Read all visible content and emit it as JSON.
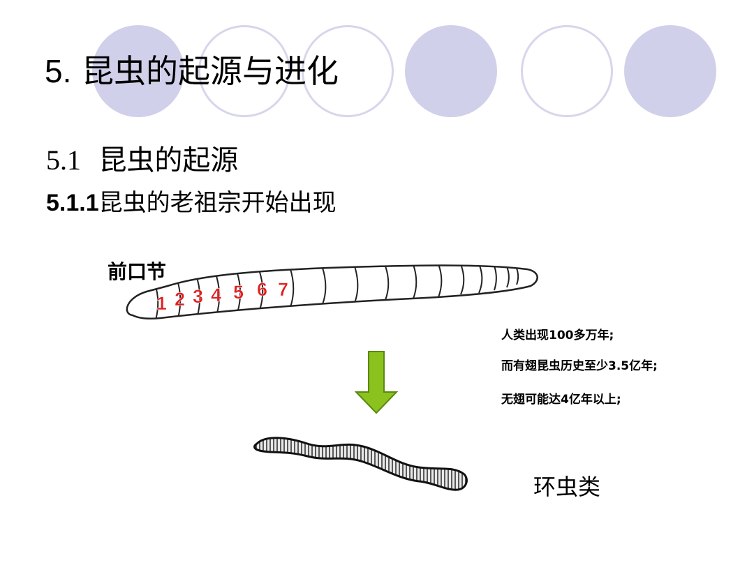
{
  "title": {
    "number": "5.",
    "text": "昆虫的起源与进化"
  },
  "section": {
    "number": "5.1",
    "text": "昆虫的起源"
  },
  "subsection": {
    "number": "5.1.1",
    "text": "昆虫的老祖宗开始出现"
  },
  "figure": {
    "prostomium_label": "前口节",
    "segment_numbers": [
      "1",
      "2",
      "3",
      "4",
      "5",
      "6",
      "7"
    ],
    "segment_number_color": "#e02020",
    "arrow_color": "#8cc21e",
    "worm_label": "环虫类"
  },
  "facts": [
    "人类出现100多万年;",
    "而有翅昆虫历史至少3.5亿年;",
    "无翅可能达4亿年以上;"
  ],
  "theme": {
    "circle_fill": "#d0d0ea",
    "circle_outline": "#d6d6ec"
  }
}
